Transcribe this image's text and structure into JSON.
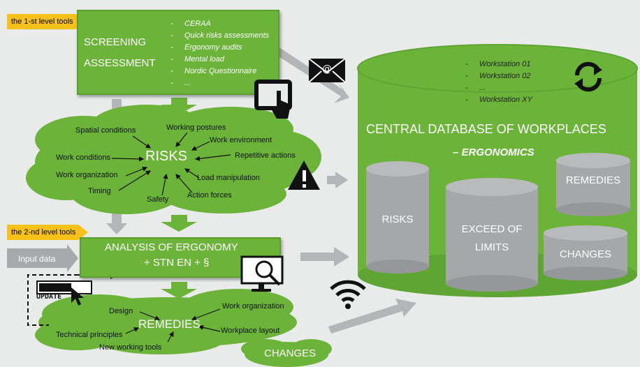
{
  "level1": {
    "tag": "the 1-st level tools"
  },
  "level2": {
    "tag": "the 2-nd level tools"
  },
  "screening": {
    "line1": "SCREENING",
    "line2": "ASSESSMENT",
    "items": [
      "CERAA",
      "Quick risks assessments",
      "Ergonomy audits",
      "Mental load",
      "Nordic Questionnaire",
      "..."
    ]
  },
  "risks": {
    "title": "RISKS",
    "labels": [
      "Spatial conditions",
      "Working postures",
      "Work environment",
      "Work conditions",
      "Repetitive actions",
      "Work organization",
      "Load manipulation",
      "Timing",
      "Safety",
      "Action forces"
    ]
  },
  "input_data": "Input data",
  "analysis": {
    "line1": "ANALYSIS OF ERGONOMY",
    "line2": "+ STN EN + §"
  },
  "update_label": "UPDATE",
  "remedies": {
    "title": "REMEDIES",
    "labels": [
      "Design",
      "Work organization",
      "Technical principles",
      "Workplace layout",
      "New working tools"
    ]
  },
  "changes_cloud": "CHANGES",
  "database": {
    "workstations": [
      "Workstation 01",
      "Workstation 02",
      "...",
      "Workstation XY"
    ],
    "title": "CENTRAL DATABASE OF WORKPLACES",
    "subtitle": "– ERGONOMICS",
    "cyl_risks": "RISKS",
    "cyl_exceed_1": "EXCEED OF",
    "cyl_exceed_2": "LIMITS",
    "cyl_remedies": "REMEDIES",
    "cyl_changes": "CHANGES"
  },
  "icons": [
    "envelope-icon",
    "tablet-touch-icon",
    "warning-icon",
    "refresh-icon",
    "monitor-analysis-icon",
    "wifi-icon",
    "update-cursor-icon"
  ],
  "colors": {
    "green": "#6cb33a",
    "dark_green": "#58a02b",
    "yellow": "#f6c11a",
    "grey_cylinder": "#a6a7a9"
  }
}
